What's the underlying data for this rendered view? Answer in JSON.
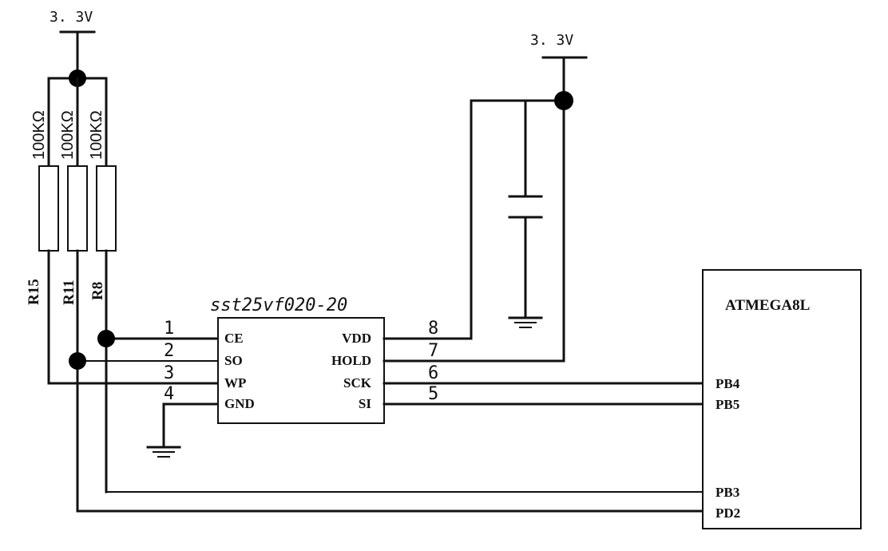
{
  "power": {
    "left_label": "3. 3V",
    "right_label": "3. 3V"
  },
  "resistors": [
    {
      "ref": "R15",
      "value": "100KΩ"
    },
    {
      "ref": "R11",
      "value": "100KΩ"
    },
    {
      "ref": "R8",
      "value": "100KΩ"
    }
  ],
  "flash": {
    "name": "sst25vf020-20",
    "left_pins": [
      {
        "num": "1",
        "name": "CE"
      },
      {
        "num": "2",
        "name": "SO"
      },
      {
        "num": "3",
        "name": "WP"
      },
      {
        "num": "4",
        "name": "GND"
      }
    ],
    "right_pins": [
      {
        "num": "8",
        "name": "VDD"
      },
      {
        "num": "7",
        "name": "HOLD"
      },
      {
        "num": "6",
        "name": "SCK"
      },
      {
        "num": "5",
        "name": "SI"
      }
    ]
  },
  "mcu": {
    "name": "ATMEGA8L",
    "pins": [
      "PB4",
      "PB5",
      "PB3",
      "PD2"
    ]
  }
}
